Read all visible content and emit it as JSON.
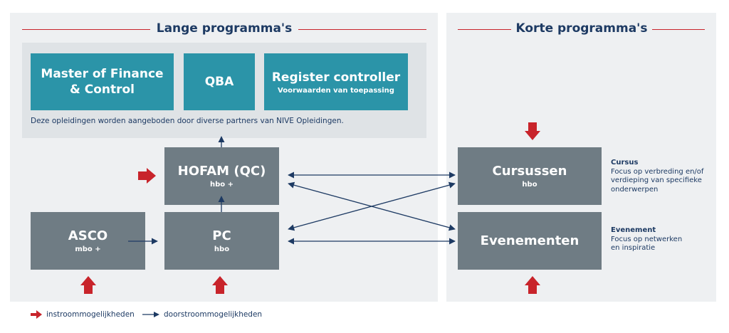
{
  "sections": {
    "long_title": "Lange programma's",
    "short_title": "Korte programma's"
  },
  "long_programs": {
    "mfc_line1": "Master of Finance",
    "mfc_line2": "& Control",
    "qba": "QBA",
    "rc_title": "Register controller",
    "rc_subtitle": "Voorwaarden van toepassing",
    "partners_note": "Deze opleidingen worden aangeboden door diverse partners van NIVE Opleidingen."
  },
  "nodes": {
    "hofam": {
      "title": "HOFAM (QC)",
      "level": "hbo +"
    },
    "pc": {
      "title": "PC",
      "level": "hbo"
    },
    "asco": {
      "title": "ASCO",
      "level": "mbo +"
    },
    "cursussen": {
      "title": "Cursussen",
      "level": "hbo"
    },
    "evenementen": {
      "title": "Evenementen",
      "level": ""
    }
  },
  "descriptions": {
    "cursus": {
      "title": "Cursus",
      "lines": [
        "Focus op verbreding en/of",
        "verdieping van specifieke",
        "onderwerpen"
      ]
    },
    "evenement": {
      "title": "Evenement",
      "lines": [
        "Focus op netwerken",
        "en inspiratie"
      ]
    }
  },
  "legend": {
    "inflow": "instroommogelijkheden",
    "flow_through": "doorstroommogelijkheden"
  },
  "colors": {
    "panel_bg": "#eef0f2",
    "partner_bg": "#dfe3e6",
    "teal": "#2b94a8",
    "grey": "#6f7c84",
    "navy": "#1d3a63",
    "red": "#c8242b"
  }
}
